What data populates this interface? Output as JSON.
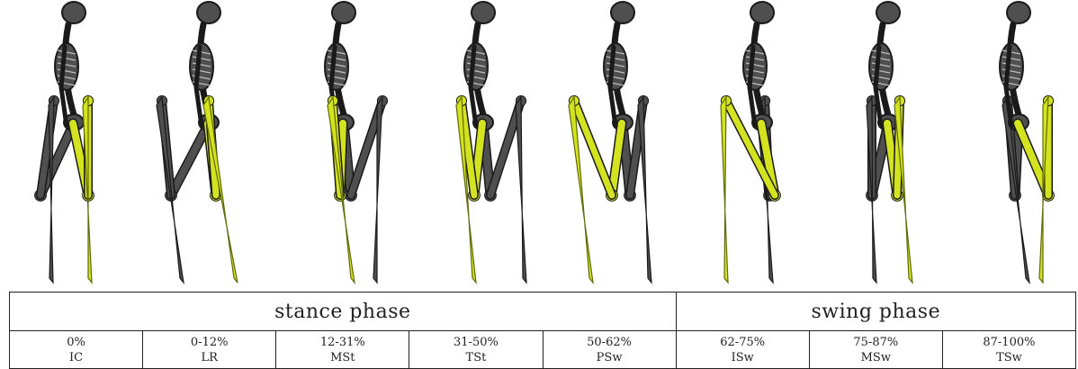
{
  "phases": [
    {
      "label": "stance phase",
      "span": 5
    },
    {
      "label": "swing phase",
      "span": 3
    }
  ],
  "steps": [
    {
      "percent": "0%",
      "abbr": "IC"
    },
    {
      "percent": "0-12%",
      "abbr": "LR"
    },
    {
      "percent": "12-31%",
      "abbr": "MSt"
    },
    {
      "percent": "31-50%",
      "abbr": "TSt"
    },
    {
      "percent": "50-62%",
      "abbr": "PSw"
    },
    {
      "percent": "62-75%",
      "abbr": "ISw"
    },
    {
      "percent": "75-87%",
      "abbr": "MSw"
    },
    {
      "percent": "87-100%",
      "abbr": "TSw"
    }
  ],
  "colors": {
    "bone_gray": "#4f4f4f",
    "bone_outline": "#1a1a1a",
    "highlight_leg": "#d4e320",
    "highlight_outline": "#5f6a08"
  },
  "skeleton_poses": [
    {
      "hl": [
        [
          1,
          175
        ],
        [
          18,
          95
        ],
        [
          18,
          200
        ],
        [
          18,
          0
        ]
      ],
      "gl": [
        [
          2,
          175
        ],
        [
          -35,
          95
        ],
        [
          -20,
          200
        ],
        [
          -25,
          0
        ]
      ]
    },
    {
      "hl": [
        [
          1,
          175
        ],
        [
          10,
          95
        ],
        [
          2,
          200
        ],
        [
          30,
          0
        ]
      ],
      "gl": [
        [
          2,
          175
        ],
        [
          -40,
          95
        ],
        [
          -50,
          200
        ],
        [
          -30,
          0
        ]
      ]
    },
    {
      "hl": [
        [
          1,
          175
        ],
        [
          -2,
          95
        ],
        [
          -10,
          200
        ],
        [
          10,
          0
        ]
      ],
      "gl": [
        [
          2,
          175
        ],
        [
          10,
          95
        ],
        [
          45,
          200
        ],
        [
          35,
          0
        ]
      ]
    },
    {
      "hl": [
        [
          1,
          175
        ],
        [
          -8,
          95
        ],
        [
          -22,
          200
        ],
        [
          -10,
          0
        ]
      ],
      "gl": [
        [
          2,
          175
        ],
        [
          10,
          95
        ],
        [
          44,
          200
        ],
        [
          46,
          0
        ]
      ]
    },
    {
      "hl": [
        [
          1,
          175
        ],
        [
          -10,
          95
        ],
        [
          -52,
          200
        ],
        [
          -35,
          0
        ]
      ],
      "gl": [
        [
          2,
          175
        ],
        [
          10,
          95
        ],
        [
          25,
          200
        ],
        [
          30,
          0
        ]
      ]
    },
    {
      "hl": [
        [
          1,
          175
        ],
        [
          16,
          95
        ],
        [
          -38,
          200
        ],
        [
          -40,
          0
        ]
      ],
      "gl": [
        [
          2,
          175
        ],
        [
          10,
          95
        ],
        [
          5,
          200
        ],
        [
          10,
          0
        ]
      ]
    },
    {
      "hl": [
        [
          1,
          175
        ],
        [
          12,
          95
        ],
        [
          15,
          200
        ],
        [
          25,
          0
        ]
      ],
      "gl": [
        [
          2,
          175
        ],
        [
          -16,
          95
        ],
        [
          -16,
          200
        ],
        [
          -15,
          0
        ]
      ]
    },
    {
      "hl": [
        [
          1,
          175
        ],
        [
          35,
          95
        ],
        [
          35,
          200
        ],
        [
          25,
          0
        ]
      ],
      "gl": [
        [
          2,
          175
        ],
        [
          -2,
          95
        ],
        [
          -10,
          200
        ],
        [
          10,
          0
        ]
      ]
    }
  ]
}
